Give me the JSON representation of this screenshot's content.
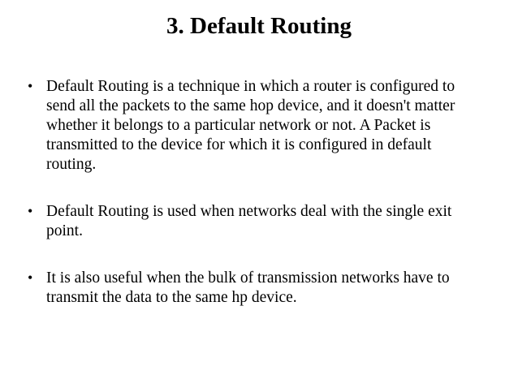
{
  "slide": {
    "title": "3. Default Routing",
    "bullet_char": "•",
    "bullets": [
      {
        "text": "Default Routing is a technique in which a router is configured to send all the packets to the same hop device, and it doesn't matter whether it belongs to a particular network or not. A Packet is transmitted to the device for which it is configured in default routing."
      },
      {
        "text": "Default Routing is used when networks deal with the single exit point."
      },
      {
        "text": "It is also useful when the bulk of transmission networks have to transmit the data to the same hp device."
      }
    ],
    "colors": {
      "background": "#ffffff",
      "text": "#000000"
    }
  }
}
